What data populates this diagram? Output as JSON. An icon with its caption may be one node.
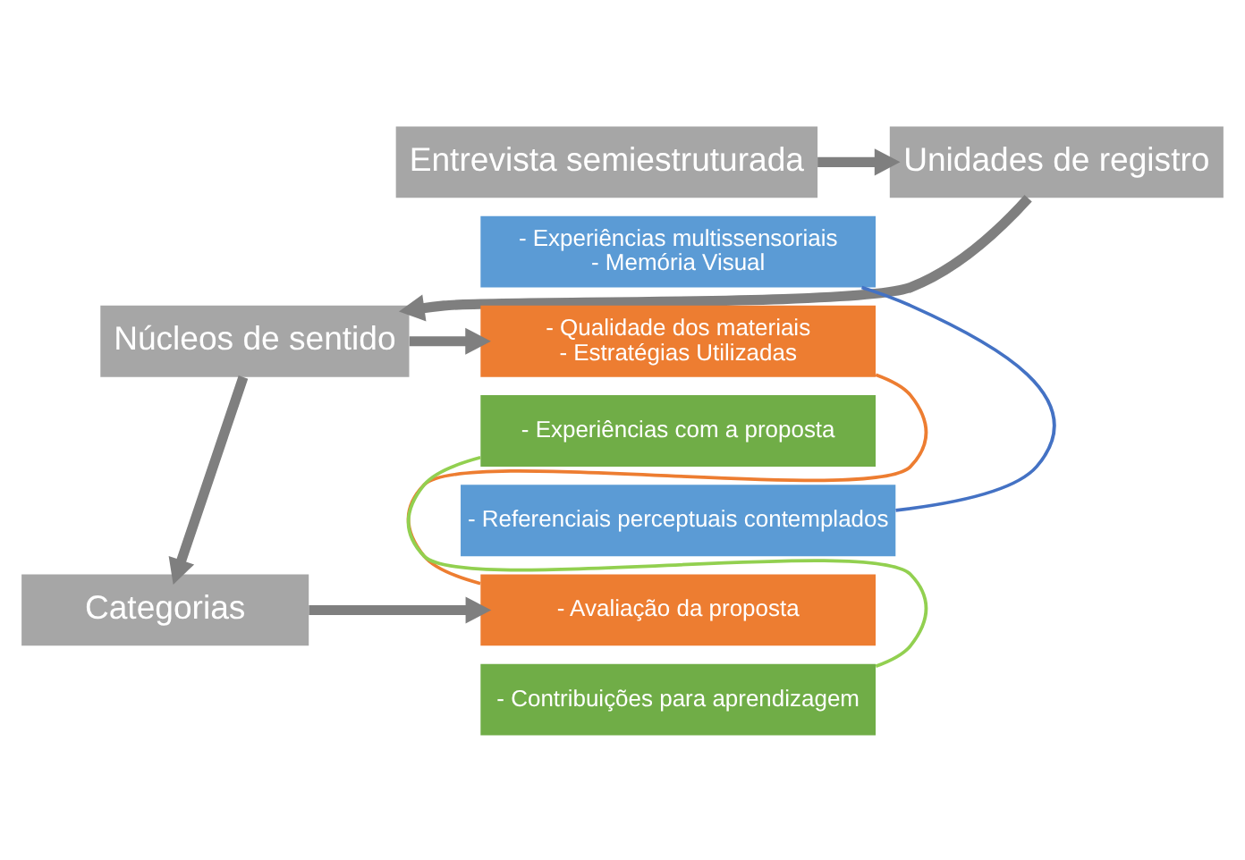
{
  "diagram": {
    "nodes": [
      {
        "text": [
          "Unidades de registro"
        ]
      },
      {
        "text": [
          "Entrevista semiestruturada"
        ]
      },
      {
        "text": [
          "Núcleos de sentido"
        ]
      },
      {
        "text": [
          "Categorias"
        ]
      },
      {
        "text": [
          "- Experiências multissensoriais",
          "- Memória Visual"
        ]
      },
      {
        "text": [
          "- Qualidade dos materiais",
          "- Estratégias Utilizadas"
        ]
      },
      {
        "text": [
          "- Experiências com a proposta"
        ]
      },
      {
        "text": [
          "- Referenciais perceptuais contemplados"
        ]
      },
      {
        "text": [
          "- Avaliação da proposta"
        ]
      },
      {
        "text": [
          "- Contribuições para aprendizagem"
        ]
      }
    ],
    "edges": [
      {
        "from": 1,
        "to": 0,
        "arrow": "to"
      },
      {
        "from": 0,
        "to": 2,
        "arrow": "to"
      },
      {
        "from": 2,
        "to": 3,
        "arrow": "to"
      },
      {
        "from": 2,
        "to": 5,
        "arrow": "to"
      },
      {
        "from": 3,
        "to": 8,
        "arrow": "to"
      },
      {
        "from": 4,
        "to": 7,
        "arrow": "none",
        "color": "#4472c4"
      },
      {
        "from": 5,
        "to": 8,
        "arrow": "none",
        "color": "#ed7d31"
      },
      {
        "from": 6,
        "to": 9,
        "arrow": "none",
        "color": "#92d050"
      }
    ]
  }
}
